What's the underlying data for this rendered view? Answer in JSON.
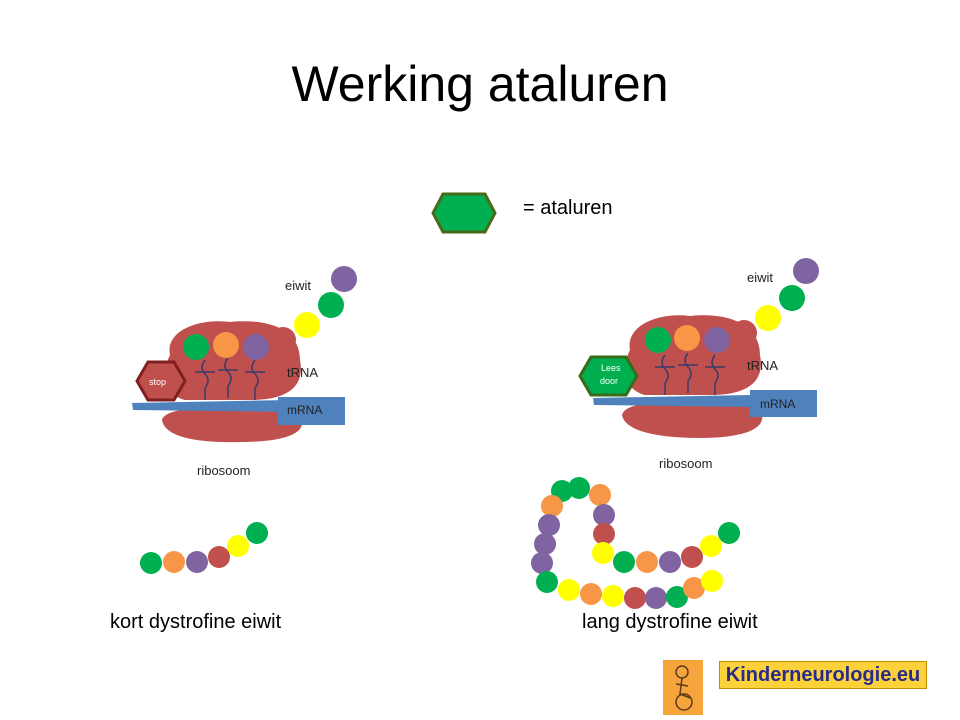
{
  "title": "Werking ataluren",
  "legend": {
    "text": "= ataluren",
    "shape_color": "#00b050"
  },
  "left_diagram": {
    "eiwit_label": "eiwit",
    "trna_label": "tRNA",
    "mrna_label": "mRNA",
    "ribosome_label": "ribosoom",
    "stop_label": "stop",
    "caption": "kort dystrofine eiwit"
  },
  "right_diagram": {
    "eiwit_label": "eiwit",
    "trna_label": "tRNA",
    "mrna_label": "mRNA",
    "ribosome_label": "ribosoom",
    "lees_label_1": "Lees",
    "lees_label_2": "door",
    "caption": "lang dystrofine eiwit"
  },
  "logo": {
    "text": "Kinderneurologie.eu",
    "icon": "wheelchair-child-icon"
  },
  "colors": {
    "ribosome": "#c0504d",
    "mrna": "#4f81bd",
    "green": "#00b050",
    "orange": "#f79646",
    "purple": "#8064a2",
    "red": "#c0504d",
    "yellow": "#ffff00",
    "stop": "#c0504d",
    "stop_border": "#7f2020"
  }
}
